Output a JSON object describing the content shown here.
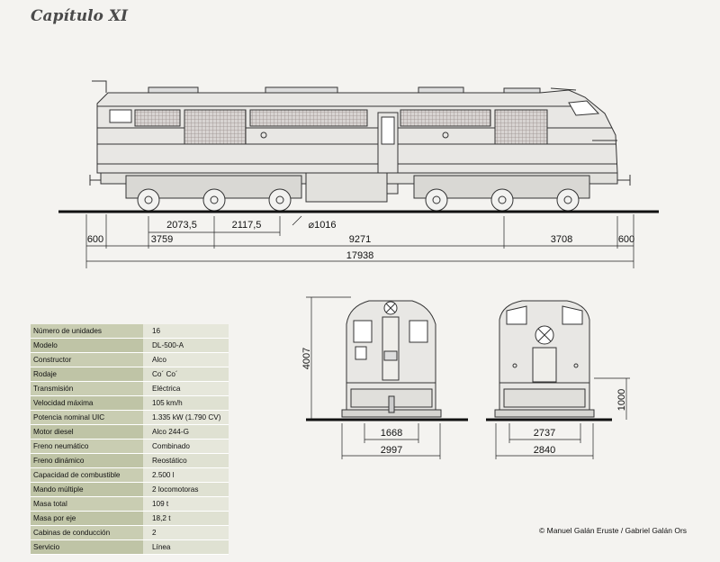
{
  "header": {
    "chapter": "Capítulo XI"
  },
  "side_view": {
    "dims_row1": [
      "2073,5",
      "2117,5"
    ],
    "wheel_diameter": "⌀1016",
    "dims_row2": [
      "600",
      "3759",
      "9271",
      "3708",
      "600"
    ],
    "total_length": "17938"
  },
  "end_view_front": {
    "height": "4007",
    "bogie_gauge": "1668",
    "width": "2997"
  },
  "end_view_rear": {
    "bogie_gauge": "2737",
    "width": "2840",
    "height": "1000"
  },
  "specs": [
    {
      "label": "Número de unidades",
      "value": "16"
    },
    {
      "label": "Modelo",
      "value": "DL-500-A"
    },
    {
      "label": "Constructor",
      "value": "Alco"
    },
    {
      "label": "Rodaje",
      "value": "Co´ Co´"
    },
    {
      "label": "Transmisión",
      "value": "Eléctrica"
    },
    {
      "label": "Velocidad máxima",
      "value": "105 km/h"
    },
    {
      "label": "Potencia nominal UIC",
      "value": "1.335 kW (1.790 CV)"
    },
    {
      "label": "Motor diesel",
      "value": "Alco 244-G"
    },
    {
      "label": "Freno neumático",
      "value": "Combinado"
    },
    {
      "label": "Freno dinámico",
      "value": "Reostático"
    },
    {
      "label": "Capacidad de combustible",
      "value": "2.500 l"
    },
    {
      "label": "Mando múltiple",
      "value": "2 locomotoras"
    },
    {
      "label": "Masa total",
      "value": "109 t"
    },
    {
      "label": "Masa por eje",
      "value": "18,2 t"
    },
    {
      "label": "Cabinas de conducción",
      "value": "2"
    },
    {
      "label": "Servicio",
      "value": "Línea"
    }
  ],
  "copyright": "© Manuel Galán Eruste / Gabriel Galán Ors"
}
